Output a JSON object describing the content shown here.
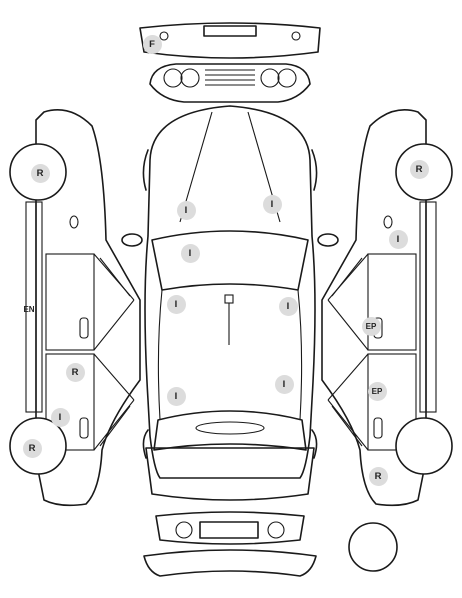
{
  "marker_color": "#dcdcdc",
  "line_color": "#1a1a1a",
  "labels": {
    "front_f": "F",
    "left_en": "EN",
    "right_ep_upper": "EP",
    "right_ep_lower": "EP",
    "roof_i_1": "I",
    "roof_i_2": "I",
    "roof_i_3": "I",
    "roof_i_4": "I",
    "roof_i_5": "I",
    "roof_i_6": "I",
    "roof_i_7": "I",
    "left_r_front": "R",
    "left_r_mid": "R",
    "left_r_rear": "R",
    "left_i": "I",
    "right_r_front": "R",
    "right_r_rear": "R",
    "right_i": "I"
  }
}
